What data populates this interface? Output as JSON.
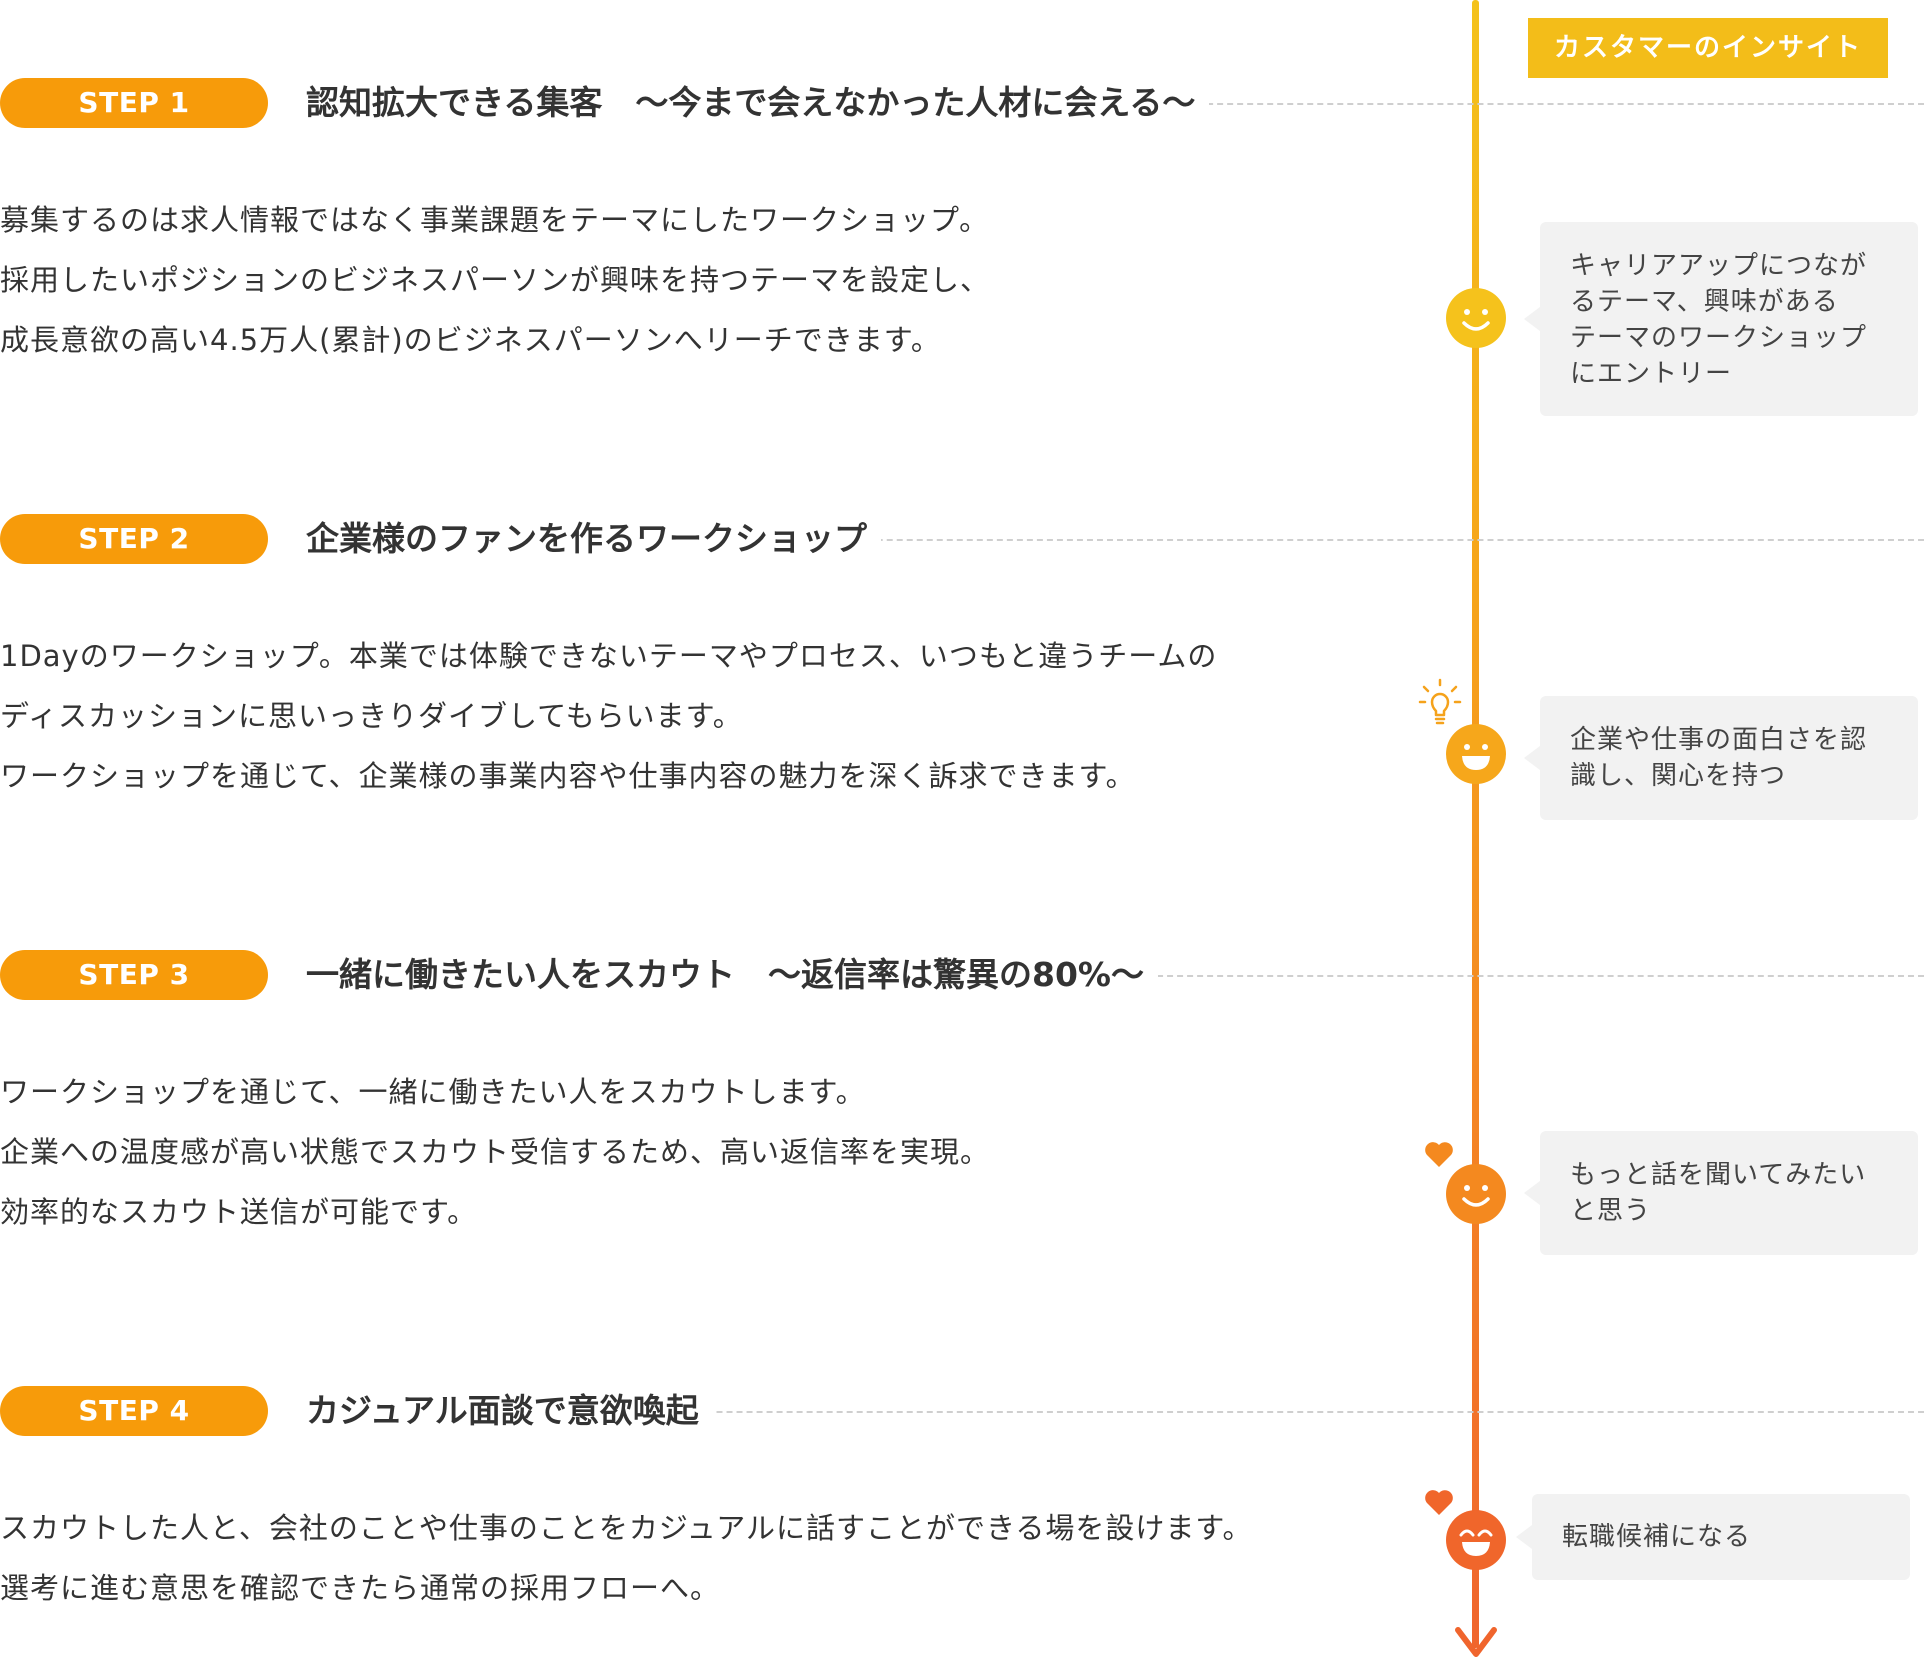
{
  "steps": [
    {
      "label": "STEP 1",
      "title": "認知拡大できる集客　～今まで会えなかった人材に会える～",
      "lines": [
        "募集するのは求人情報ではなく事業課題をテーマにしたワークショップ。",
        "採用したいポジションのビジネスパーソンが興味を持つテーマを設定し、",
        "成長意欲の高い4.5万人(累計)のビジネスパーソンへリーチできます。"
      ]
    },
    {
      "label": "STEP 2",
      "title": "企業様のファンを作るワークショップ",
      "lines": [
        "1Dayのワークショップ。本業では体験できないテーマやプロセス、いつもと違うチームの",
        "ディスカッションに思いっきりダイブしてもらいます。",
        "ワークショップを通じて、企業様の事業内容や仕事内容の魅力を深く訴求できます。"
      ]
    },
    {
      "label": "STEP 3",
      "title": "一緒に働きたい人をスカウト　～返信率は驚異の80%～",
      "lines": [
        "ワークショップを通じて、一緒に働きたい人をスカウトします。",
        "企業への温度感が高い状態でスカウト受信するため、高い返信率を実現。",
        "効率的なスカウト送信が可能です。"
      ]
    },
    {
      "label": "STEP 4",
      "title": "カジュアル面談で意欲喚起",
      "lines": [
        "スカウトした人と、会社のことや仕事のことをカジュアルに話すことができる場を設けます。",
        "選考に進む意思を確認できたら通常の採用フローへ。"
      ]
    }
  ],
  "insight": {
    "header": "カスタマーのインサイト",
    "items": [
      {
        "icon": "smile-face-icon",
        "lines": [
          "キャリアアップにつなが",
          "るテーマ、興味がある",
          "テーマのワークショップ",
          "にエントリー"
        ]
      },
      {
        "icon": "lightbulb-icon",
        "lines": [
          "企業や仕事の面白さを認",
          "識し、関心を持つ"
        ]
      },
      {
        "icon": "heart-icon",
        "lines": [
          "もっと話を聞いてみたい",
          "と思う"
        ]
      },
      {
        "icon": "heart-icon",
        "lines": [
          "転職候補になる"
        ]
      }
    ]
  },
  "colors": {
    "step_pill": "#f79b0a",
    "insight_header": "#f3bd19",
    "timeline_top": "#f4c21b",
    "timeline_bottom": "#f0652d",
    "face_1": "#f5c21c",
    "face_2": "#f6a71b",
    "face_3": "#f4891f",
    "face_4": "#f0662b",
    "bubble_bg": "#f2f2f2"
  }
}
